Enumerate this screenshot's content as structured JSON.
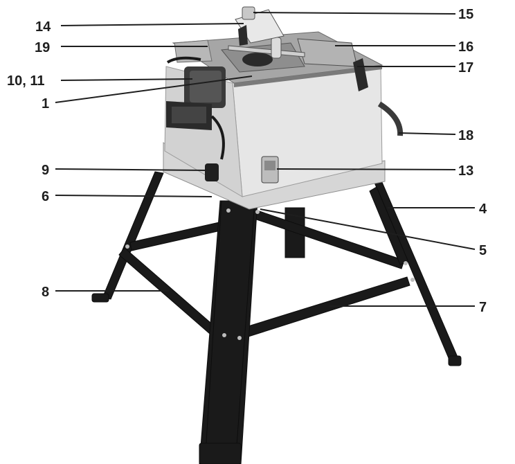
{
  "callouts": {
    "c14": "14",
    "c19": "19",
    "c10_11": "10, 11",
    "c1": "1",
    "c9": "9",
    "c6": "6",
    "c8": "8",
    "c15": "15",
    "c16": "16",
    "c17": "17",
    "c18": "18",
    "c13": "13",
    "c4": "4",
    "c5": "5",
    "c7": "7"
  },
  "colors": {
    "cabinet": "#dcdcdc",
    "stand": "#1a1a1a",
    "table_top": "#a6a6a6",
    "text": "#1e1e1e"
  }
}
